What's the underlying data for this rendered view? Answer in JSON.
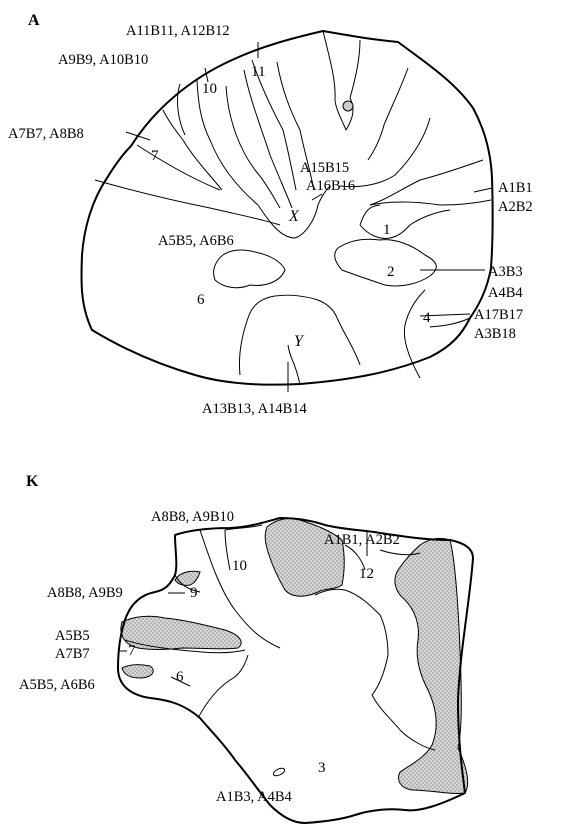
{
  "panel_a": {
    "letter": "A",
    "region_numbers": [
      "11",
      "10",
      "7",
      "1",
      "2",
      "6",
      "4"
    ],
    "italic_marks": {
      "x": "X",
      "y": "Y"
    },
    "labels": {
      "a11b11_a12b12": "A11B11, A12B12",
      "a9b9_a10b10": "A9B9, A10B10",
      "a7b7_a8b8": "A7B7, A8B8",
      "a15b15": "A15B15",
      "a16b16": "A16B16",
      "a1b1": "A1B1",
      "a2b2": "A2B2",
      "a5b5_a6b6": "A5B5, A6B6",
      "a3b3": "A3B3",
      "a4b4": "A4B4",
      "a17b17": "A17B17",
      "a3b18": "A3B18",
      "a13b13_a14b14": "A13B13, A14B14"
    }
  },
  "panel_k": {
    "letter": "K",
    "region_numbers": [
      "10",
      "12",
      "9",
      "7",
      "6",
      "3"
    ],
    "labels": {
      "a8b8_a9b10": "A8B8, A9B10",
      "a1b1_a2b2": "A1B1, A2B2",
      "a8b8_a9b9": "A8B8, A9B9",
      "a5b5": "A5B5",
      "a7b7": "A7B7",
      "a5b5_a6b6": "A5B5, A6B6",
      "a1b3_a4b4": "A1B3, A4B4"
    }
  }
}
